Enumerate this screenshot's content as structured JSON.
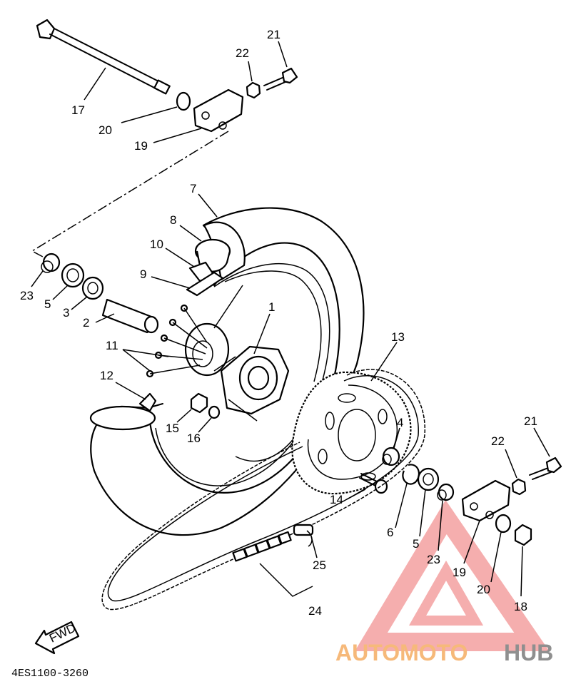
{
  "diagram_code": "4ES1100-3260",
  "fwd_label": "FWD",
  "watermark": {
    "part1": "AUTOMOTO",
    "part2": "HUB",
    "color_primary": "#f39a9a",
    "color_text": "#f6b97a",
    "color_text2": "#8f8f8f"
  },
  "callouts": {
    "c1": "1",
    "c2": "2",
    "c3": "3",
    "c4": "4",
    "c5a": "5",
    "c5b": "5",
    "c6": "6",
    "c7": "7",
    "c8": "8",
    "c9": "9",
    "c10": "10",
    "c11": "11",
    "c12": "12",
    "c13": "13",
    "c14": "14",
    "c15": "15",
    "c16": "16",
    "c17": "17",
    "c18": "18",
    "c19a": "19",
    "c19b": "19",
    "c20a": "20",
    "c20b": "20",
    "c21a": "21",
    "c21b": "21",
    "c22a": "22",
    "c22b": "22",
    "c23a": "23",
    "c23b": "23",
    "c24": "24",
    "c25": "25"
  }
}
